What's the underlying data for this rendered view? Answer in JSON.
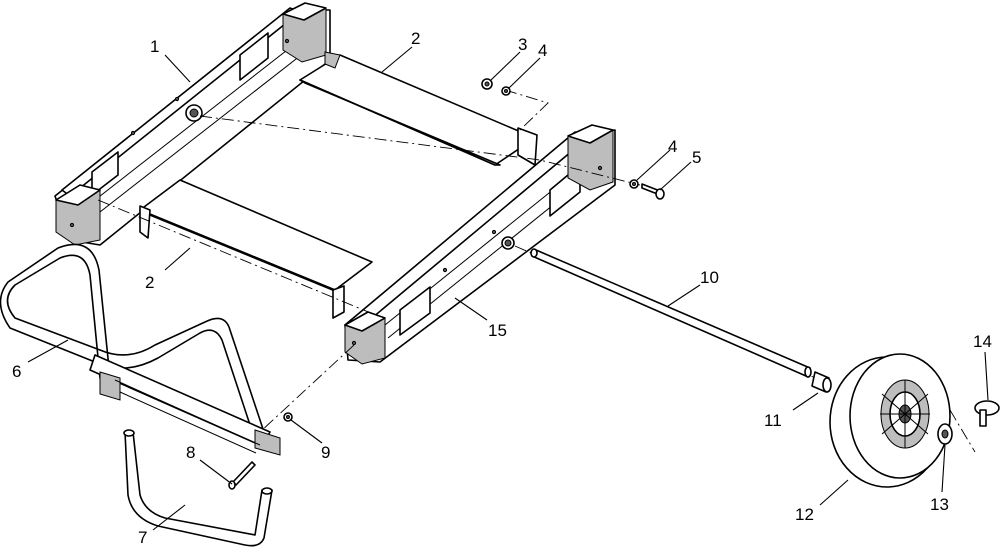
{
  "callouts": [
    {
      "id": "c1a",
      "label": "1"
    },
    {
      "id": "c2a",
      "label": "2"
    },
    {
      "id": "c2b",
      "label": "2"
    },
    {
      "id": "c3",
      "label": "3"
    },
    {
      "id": "c4a",
      "label": "4"
    },
    {
      "id": "c4b",
      "label": "4"
    },
    {
      "id": "c5",
      "label": "5"
    },
    {
      "id": "c6",
      "label": "6"
    },
    {
      "id": "c7",
      "label": "7"
    },
    {
      "id": "c8",
      "label": "8"
    },
    {
      "id": "c9",
      "label": "9"
    },
    {
      "id": "c10",
      "label": "10"
    },
    {
      "id": "c11",
      "label": "11"
    },
    {
      "id": "c12",
      "label": "12"
    },
    {
      "id": "c13",
      "label": "13"
    },
    {
      "id": "c14",
      "label": "14"
    },
    {
      "id": "c15",
      "label": "15"
    }
  ]
}
